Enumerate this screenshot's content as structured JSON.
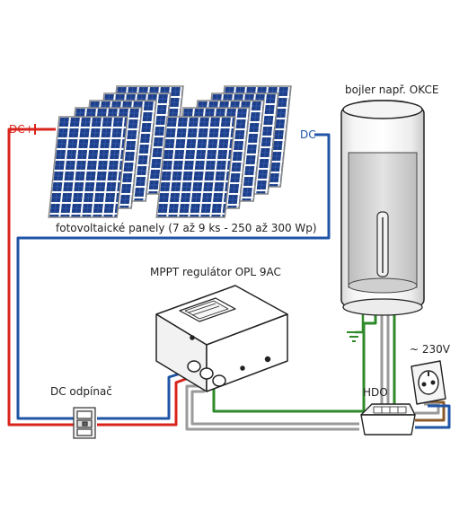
{
  "labels": {
    "dc_plus": "DC+",
    "dc_minus": "DC−",
    "panels": "fotovoltaické panely (7 až 9 ks - 250 až 300 Wp)",
    "boiler": "bojler např. OKCE",
    "mppt": "MPPT regulátor OPL 9AC",
    "dc_switch": "DC odpínač",
    "hdo": "HDO",
    "mains": "~ 230V"
  },
  "colors": {
    "positive_wire": "#d8241c",
    "negative_wire": "#1f54a6",
    "earth_wire": "#2f8a2a",
    "neutral_wire": "#9a9a9a",
    "phase_wire": "#8a5a2b",
    "panel_cell": "#1d3f8a"
  },
  "icons": [
    "solar-panel-icon",
    "boiler-icon",
    "mppt-regulator-icon",
    "dc-switch-icon",
    "hdo-receiver-icon",
    "wall-socket-icon",
    "ground-symbol-icon"
  ]
}
